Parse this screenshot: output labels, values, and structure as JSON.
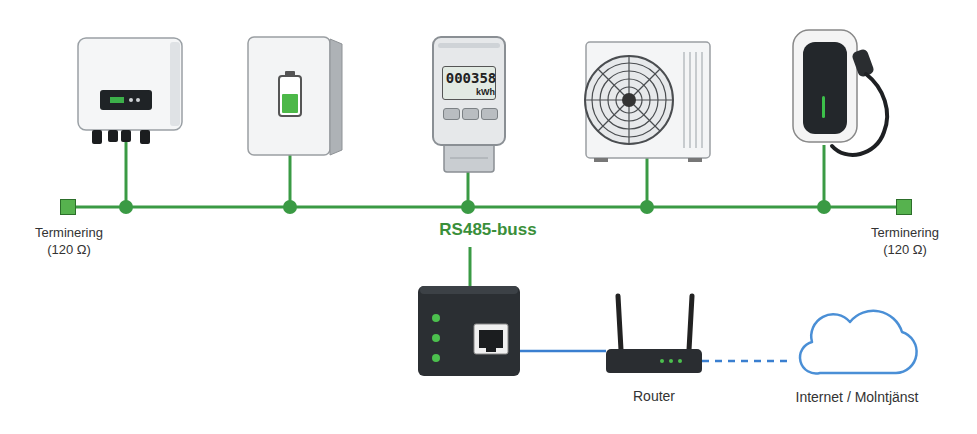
{
  "diagram": {
    "nodes": [
      {
        "text": [
          "000358",
          "kWh"
        ]
      },
      {
        "text": [
          "Terminering (120 Ω)"
        ]
      },
      {
        "text": [
          "Terminering (120 Ω)"
        ]
      },
      {
        "text": [
          "Router"
        ]
      },
      {
        "text": [
          "Internet / Molntjänst"
        ]
      }
    ],
    "edges": [
      {
        "from": 1,
        "to": 2,
        "arrow": "none",
        "label": "RS485-buss"
      },
      {
        "from": 3,
        "to": 4,
        "arrow": "none"
      }
    ]
  }
}
